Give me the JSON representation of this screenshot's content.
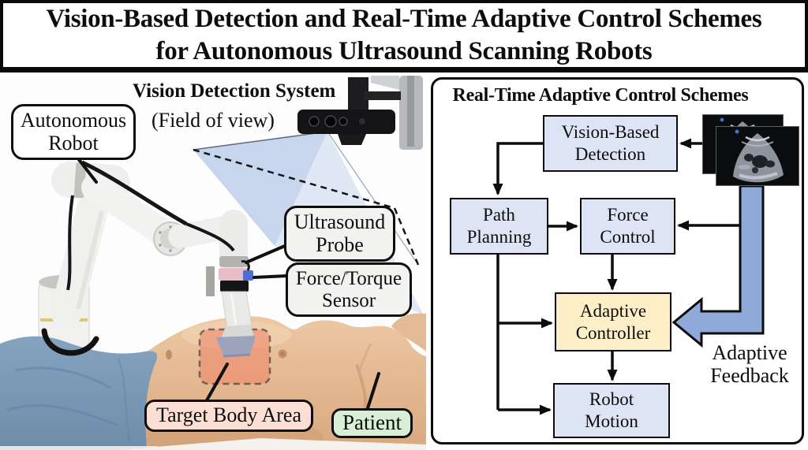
{
  "title": "Vision-Based Detection and Real-Time Adaptive Control Schemes\nfor Autonomous Ultrasound Scanning Robots",
  "left_panel": {
    "heading": "Vision Detection System",
    "subheading": "(Field of view)",
    "labels": {
      "autonomous_robot": "Autonomous\nRobot",
      "ultrasound_probe": "Ultrasound\nProbe",
      "force_torque_sensor": "Force/Torque\nSensor",
      "target_body_area": "Target Body Area",
      "patient": "Patient"
    }
  },
  "right_panel": {
    "heading": "Real-Time Adaptive Control Schemes",
    "boxes": {
      "vision_based_detection": "Vision-Based\nDetection",
      "path_planning": "Path\nPlanning",
      "force_control": "Force\nControl",
      "adaptive_controller": "Adaptive\nController",
      "robot_motion": "Robot\nMotion"
    },
    "feedback_label": "Adaptive\nFeedback"
  },
  "colors": {
    "box_blue": "#dde4f4",
    "box_yellow": "#fceec6",
    "feedback_arrow": "#8fa9d9",
    "fov_blue": "#a9c0e4",
    "target_area_red": "#f08568",
    "label_pink": "#fcdfd4",
    "label_green": "#d9eed6",
    "label_gray": "#f2f2f1"
  }
}
